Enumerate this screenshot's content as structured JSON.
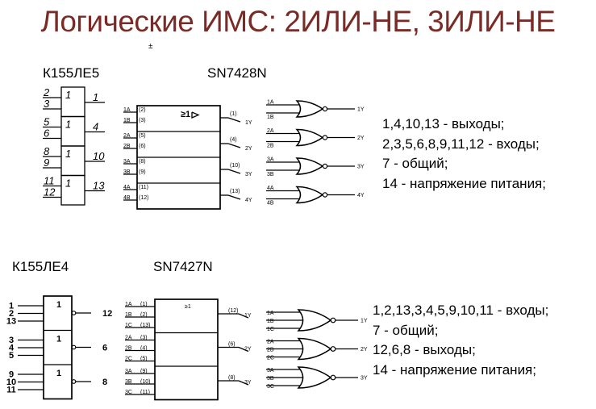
{
  "title": "Логические ИМС: 2ИЛИ-НЕ, 3ИЛИ-НЕ",
  "pm_mark": "±",
  "chip_top_left": {
    "name": "К155ЛЕ5",
    "gates": [
      {
        "inputs": [
          "2",
          "3"
        ],
        "output": "1",
        "symbol": "1"
      },
      {
        "inputs": [
          "5",
          "6"
        ],
        "output": "4",
        "symbol": "1"
      },
      {
        "inputs": [
          "8",
          "9"
        ],
        "output": "10",
        "symbol": "1"
      },
      {
        "inputs": [
          "11",
          "12"
        ],
        "output": "13",
        "symbol": "1"
      }
    ]
  },
  "chip_top_mid": {
    "name": "SN7428N",
    "symbol": "≥1",
    "gates": [
      {
        "inputs": [
          [
            "1A",
            "(2)"
          ],
          [
            "1B",
            "(3)"
          ]
        ],
        "output": [
          "(1)",
          "1Y"
        ]
      },
      {
        "inputs": [
          [
            "2A",
            "(5)"
          ],
          [
            "2B",
            "(6)"
          ]
        ],
        "output": [
          "(4)",
          "2Y"
        ]
      },
      {
        "inputs": [
          [
            "3A",
            "(8)"
          ],
          [
            "3B",
            "(9)"
          ]
        ],
        "output": [
          "(10)",
          "3Y"
        ]
      },
      {
        "inputs": [
          [
            "4A",
            "(11)"
          ],
          [
            "4B",
            "(12)"
          ]
        ],
        "output": [
          "(13)",
          "4Y"
        ]
      }
    ]
  },
  "gates_top_right": [
    {
      "inputs": [
        "1A",
        "1B"
      ],
      "output": "1Y"
    },
    {
      "inputs": [
        "2A",
        "2B"
      ],
      "output": "2Y"
    },
    {
      "inputs": [
        "3A",
        "3B"
      ],
      "output": "3Y"
    },
    {
      "inputs": [
        "4A",
        "4B"
      ],
      "output": "4Y"
    }
  ],
  "legend_top": [
    "1,4,10,13 - выходы;",
    "2,3,5,6,8,9,11,12 - входы;",
    "7 - общий;",
    "14 - напряжение питания;"
  ],
  "chip_bottom_left": {
    "name": "К155ЛЕ4",
    "gates": [
      {
        "inputs": [
          "1",
          "2",
          "13"
        ],
        "output": "12",
        "symbol": "1"
      },
      {
        "inputs": [
          "3",
          "4",
          "5"
        ],
        "output": "6",
        "symbol": "1"
      },
      {
        "inputs": [
          "9",
          "10",
          "11"
        ],
        "output": "8",
        "symbol": "1"
      }
    ]
  },
  "chip_bottom_mid": {
    "name": "SN7427N",
    "symbol": "≥1",
    "gates": [
      {
        "inputs": [
          [
            "1A",
            "(1)"
          ],
          [
            "1B",
            "(2)"
          ],
          [
            "1C",
            "(13)"
          ]
        ],
        "output": [
          "(12)",
          "1Y"
        ]
      },
      {
        "inputs": [
          [
            "2A",
            "(3)"
          ],
          [
            "2B",
            "(4)"
          ],
          [
            "2C",
            "(5)"
          ]
        ],
        "output": [
          "(6)",
          "2Y"
        ]
      },
      {
        "inputs": [
          [
            "3A",
            "(9)"
          ],
          [
            "3B",
            "(10)"
          ],
          [
            "3C",
            "(11)"
          ]
        ],
        "output": [
          "(8)",
          "3Y"
        ]
      }
    ]
  },
  "gates_bottom_right": [
    {
      "inputs": [
        "1A",
        "1B",
        "1C"
      ],
      "output": "1Y"
    },
    {
      "inputs": [
        "2A",
        "2B",
        "2C"
      ],
      "output": "2Y"
    },
    {
      "inputs": [
        "3A",
        "3B",
        "3C"
      ],
      "output": "3Y"
    }
  ],
  "legend_bottom": [
    "1,2,13,3,4,5,9,10,11 - входы;",
    "7 - общий;",
    "12,6,8 - выходы;",
    "14 - напряжение питания;"
  ]
}
